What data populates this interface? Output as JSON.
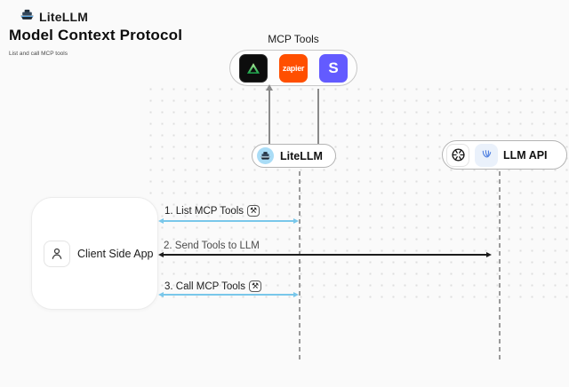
{
  "header": {
    "brand": "LiteLLM",
    "title": "Model Context Protocol",
    "subtitle": "List and call MCP tools"
  },
  "mcp_tools": {
    "label": "MCP Tools",
    "icons": [
      {
        "name": "green-triangle-tool-icon"
      },
      {
        "name": "zapier-icon",
        "label": "zapier"
      },
      {
        "name": "stripe-icon",
        "label": "S"
      }
    ]
  },
  "nodes": {
    "litellm": {
      "label": "LiteLLM"
    },
    "llm_api": {
      "label": "LLM API"
    },
    "client": {
      "label": "Client Side App"
    }
  },
  "messages": [
    {
      "label": "1. List MCP Tools",
      "icon": "⚒",
      "color": "blue"
    },
    {
      "label": "2. Send Tools to LLM",
      "icon": "",
      "color": "black"
    },
    {
      "label": "3. Call MCP Tools",
      "icon": "⚒",
      "color": "blue"
    }
  ],
  "colors": {
    "background": "#fafafa",
    "blue_arrow": "#79c7ea",
    "black_arrow": "#1b1b1b",
    "zapier_orange": "#ff4f00",
    "stripe_purple": "#635bff",
    "tool_green": "#22c55e",
    "litellm_circle": "#a9dcf6"
  }
}
